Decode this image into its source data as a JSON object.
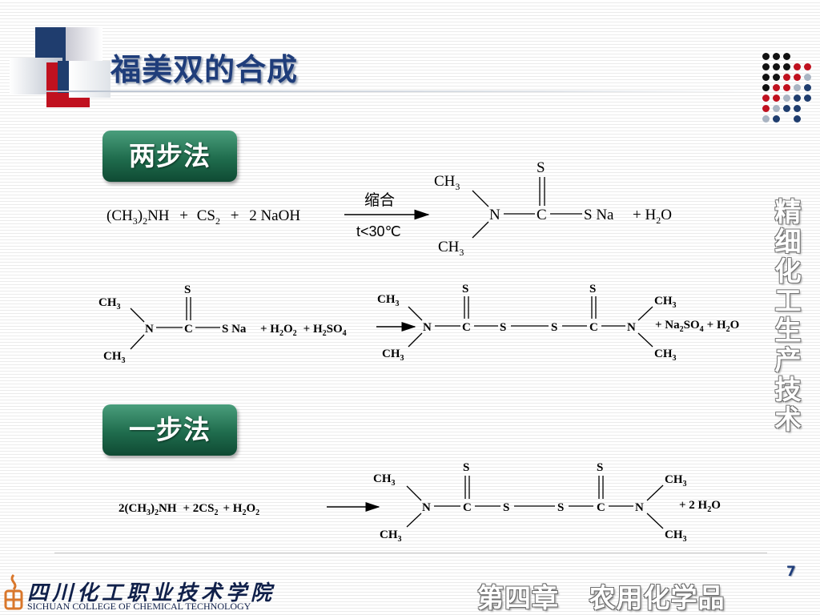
{
  "title": "福美双的合成",
  "method_two_step": "两步法",
  "method_one_step": "一步法",
  "reaction1": {
    "reactant_1": "(CH",
    "reactant_1_sub": "3",
    "reactant_1_tail": ")",
    "reactant_1_sub2": "2",
    "reactant_1_end": "NH",
    "plus": "+",
    "reactant_2": "CS",
    "reactant_2_sub": "2",
    "reactant_3": "2 NaOH",
    "condition_top": "缩合",
    "condition_bottom": "t<30℃",
    "product_S": "S",
    "product_N": "N",
    "product_C": "C",
    "product_SNa": "S Na",
    "ch3_top": "CH",
    "ch3_sub": "3",
    "byproduct": "+ H",
    "byproduct_sub": "2",
    "byproduct_tail": "O"
  },
  "reaction2": {
    "S": "S",
    "N": "N",
    "C": "C",
    "SNa": "S Na",
    "CH": "CH",
    "sub3": "3",
    "reagents": "+ H",
    "reagents_sub2": "2",
    "reagents_O": "O",
    "reagents_plus": "+ H",
    "reagents_SO": "SO",
    "reagents_sub4": "4",
    "byproducts": "+ Na",
    "byproducts_SO": "SO",
    "byproducts_tail": "+ H",
    "byproducts_O": "O"
  },
  "reaction3": {
    "reactants": "2(CH",
    "reactants_sub3": "3",
    "reactants_close": ")",
    "reactants_sub2": "2",
    "reactants_NH": "NH",
    "plus_cs2": "+ 2CS",
    "plus_h2o2": "+ H",
    "sub2": "2",
    "O": "O",
    "byproduct": "+ 2 H",
    "S": "S",
    "N": "N",
    "C": "C",
    "CH": "CH",
    "sub3": "3"
  },
  "vertical_title": [
    "精",
    "细",
    "化",
    "工",
    "生",
    "产",
    "技",
    "术"
  ],
  "footer": {
    "chapter": "第四章   农用化学品",
    "page_number": "7",
    "college_cn": "四川化工职业技术学院",
    "college_en": "SICHUAN COLLEGE OF CHEMICAL TECHNOLOGY"
  },
  "colors": {
    "title": "#1f3d7a",
    "button": "#1f6c4d",
    "accent_red": "#c0111f",
    "accent_navy": "#1f3d6e"
  }
}
